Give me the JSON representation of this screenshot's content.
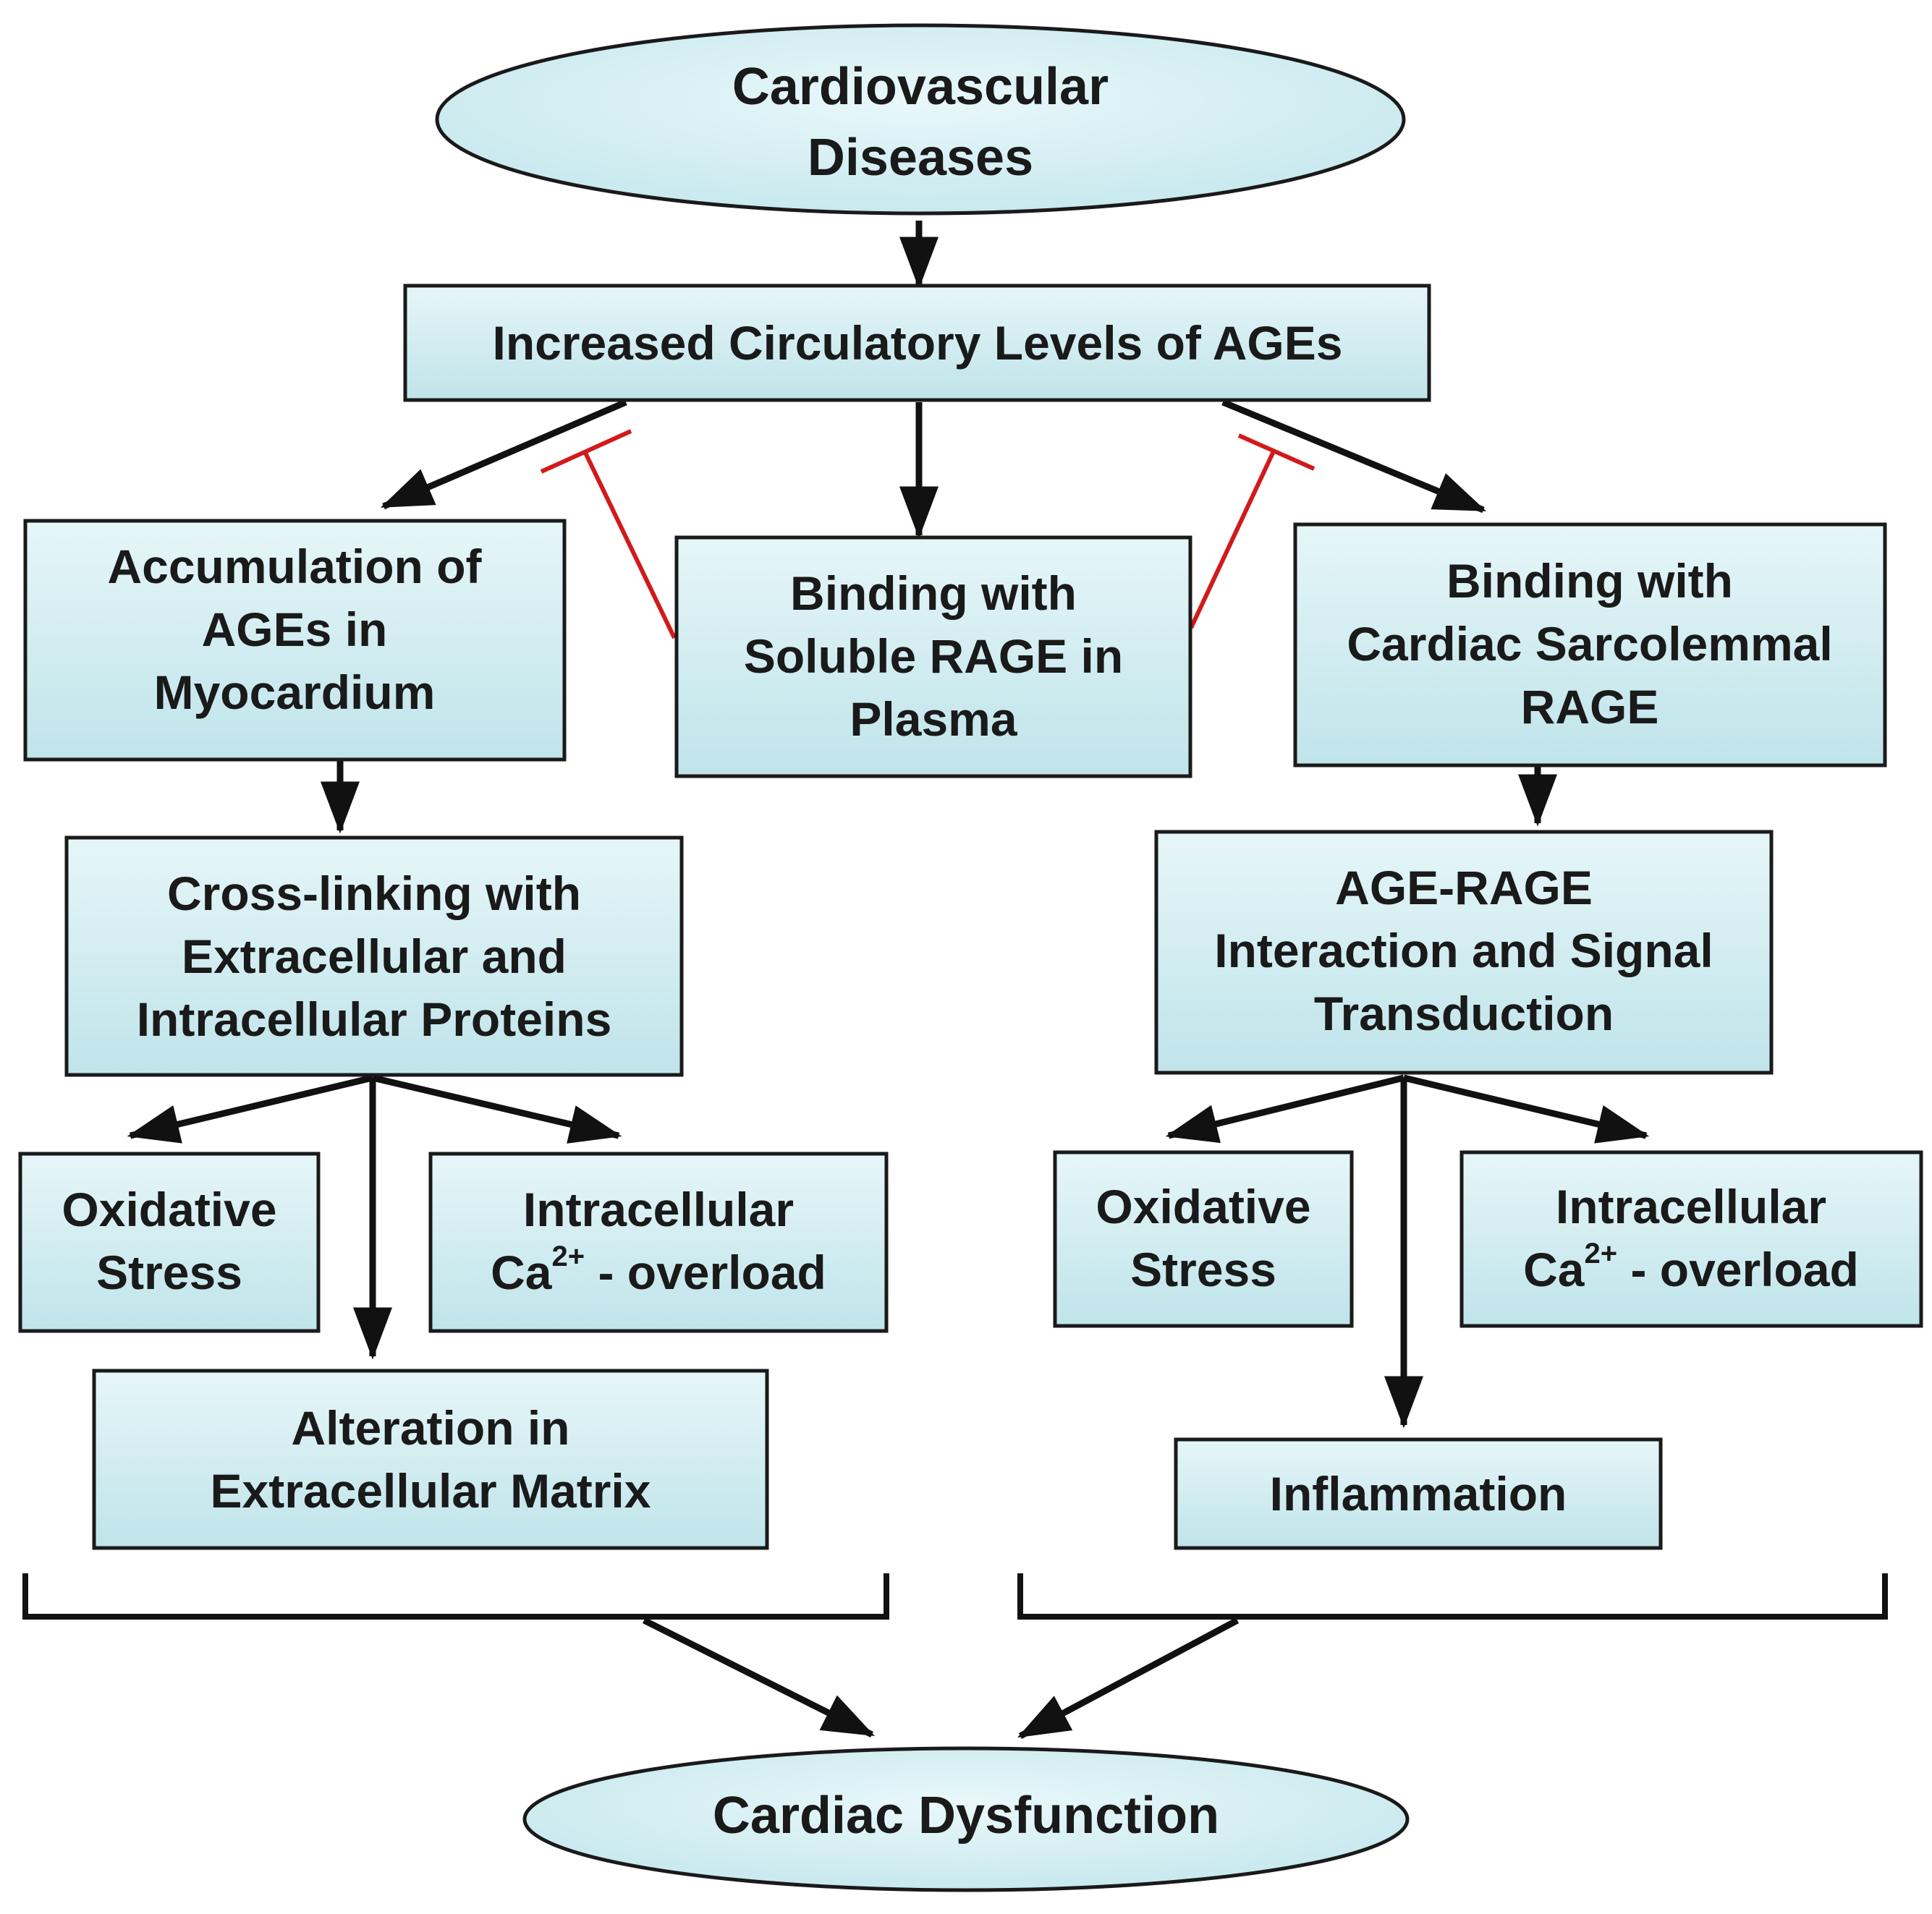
{
  "nodes": {
    "cvd": [
      "Cardiovascular",
      "Diseases"
    ],
    "increased": [
      "Increased Circulatory Levels of AGEs"
    ],
    "accumulation": [
      "Accumulation of",
      "AGEs in",
      "Myocardium"
    ],
    "soluble": [
      "Binding with",
      "Soluble RAGE  in",
      "Plasma"
    ],
    "sarcolemmal": [
      "Binding with",
      "Cardiac Sarcolemmal",
      "RAGE"
    ],
    "crosslinking": [
      "Cross-linking with",
      "Extracellular and",
      "Intracellular Proteins"
    ],
    "age_rage": [
      "AGE-RAGE",
      "Interaction and Signal",
      "Transduction"
    ],
    "ox_left": [
      "Oxidative",
      "Stress"
    ],
    "ca_left": {
      "line1": "Intracellular",
      "prefix": "Ca",
      "sup": "2+",
      "suffix": " - overload"
    },
    "ecm": [
      "Alteration in",
      "Extracellular Matrix"
    ],
    "ox_right": [
      "Oxidative",
      "Stress"
    ],
    "ca_right": {
      "line1": "Intracellular",
      "prefix": "Ca",
      "sup": "2+",
      "suffix": " - overload"
    },
    "inflammation": [
      "Inflammation"
    ],
    "dysfunction": [
      "Cardiac Dysfunction"
    ]
  },
  "colors": {
    "box_fill_top": "#e6f6f8",
    "box_fill_bottom": "#bfe4ea",
    "border": "#1a1a1a",
    "arrow": "#111111",
    "inhibition": "#d11a1a"
  }
}
